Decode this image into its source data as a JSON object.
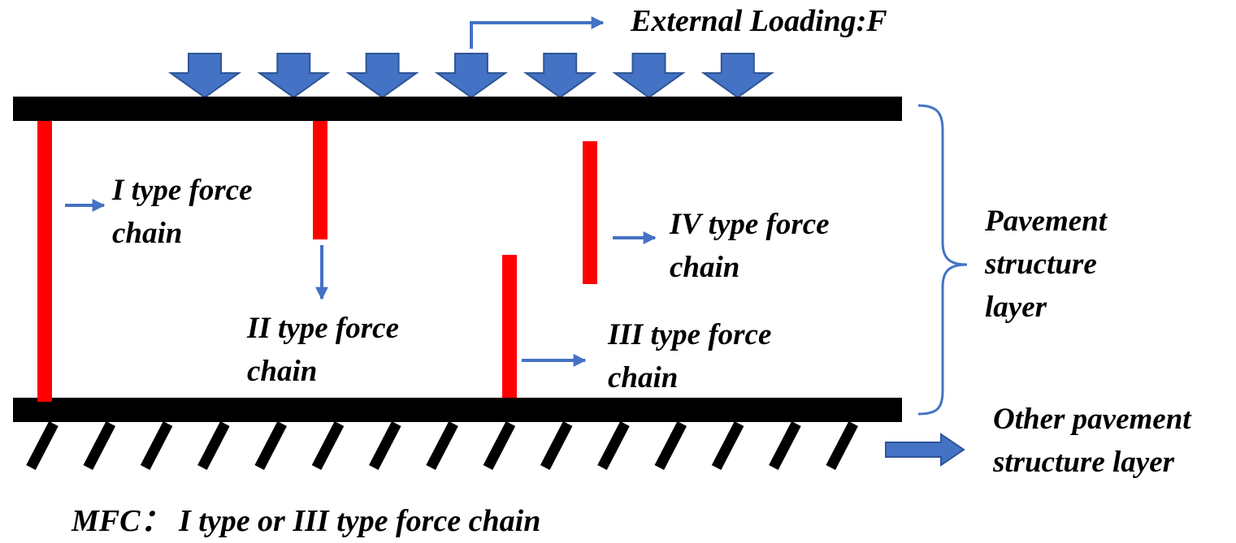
{
  "diagram": {
    "external_loading_label": "External Loading:F",
    "pavement_layer_label": [
      "Pavement",
      "structure",
      "layer"
    ],
    "other_layer_label": [
      "Other pavement",
      "structure layer"
    ],
    "chain_labels": {
      "type_i": [
        "I type force",
        "chain"
      ],
      "type_ii": [
        "II type force",
        "chain"
      ],
      "type_iii": [
        "III type force",
        "chain"
      ],
      "type_iv": [
        "IV type force",
        "chain"
      ]
    },
    "footnote": "MFC： I type or III type force chain",
    "colors": {
      "plate": "#000000",
      "force_chain": "#ff0000",
      "arrow": "#4472c4",
      "text": "#000000"
    },
    "load_arrow_count": 7,
    "hatch_count": 15
  }
}
